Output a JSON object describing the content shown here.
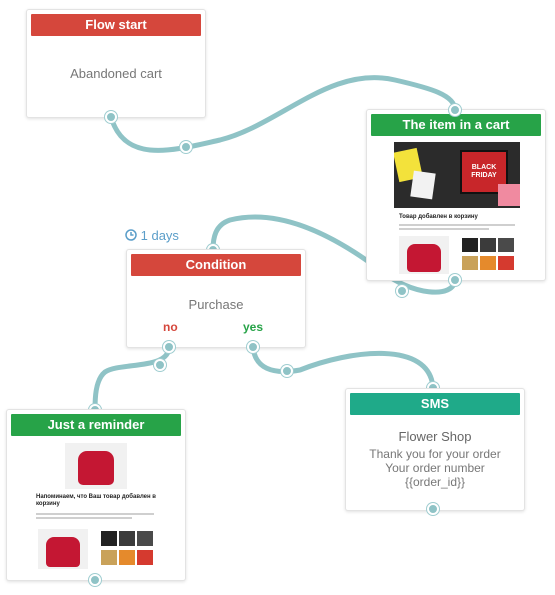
{
  "nodes": {
    "flow_start": {
      "header": "Flow start",
      "body": "Abandoned cart"
    },
    "item_in_cart": {
      "header": "The item in a cart",
      "preview_title": "Товар добавлен в корзину",
      "preview_badge": "BLACK FRIDAY"
    },
    "condition": {
      "delay": "1 days",
      "header": "Condition",
      "body": "Purchase",
      "branch_no": "no",
      "branch_yes": "yes"
    },
    "reminder": {
      "header": "Just a reminder",
      "preview_title": "Напоминаем, что Ваш товар добавлен в корзину"
    },
    "sms": {
      "header": "SMS",
      "title": "Flower Shop",
      "line1": "Thank you for your order",
      "line2": "Your order number",
      "line3": "{{order_id}}"
    }
  },
  "colors": {
    "red_header": "#d5473c",
    "green_header": "#27a348",
    "teal_header": "#1faa89",
    "connector": "#8fc3c6",
    "branch_no": "#d5473c",
    "branch_yes": "#27a348"
  },
  "icons": {
    "delay": "clock-icon"
  }
}
